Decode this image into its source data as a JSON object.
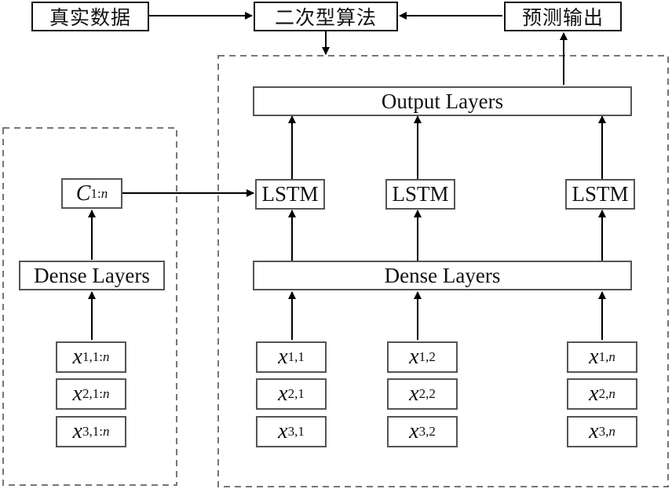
{
  "top": {
    "real_data": "真实数据",
    "quadratic_algorithm": "二次型算法",
    "predicted_output": "预测输出"
  },
  "left_panel": {
    "context_var": "C",
    "context_sub": "1:",
    "context_sub_n": "n",
    "dense_layers": "Dense Layers",
    "inputs": [
      {
        "var": "x",
        "sub": "1,1:",
        "sub_n": "n"
      },
      {
        "var": "x",
        "sub": "2,1:",
        "sub_n": "n"
      },
      {
        "var": "x",
        "sub": "3,1:",
        "sub_n": "n"
      }
    ]
  },
  "right_panel": {
    "output_layers": "Output Layers",
    "lstm": [
      "LSTM",
      "LSTM",
      "LSTM"
    ],
    "dense_layers": "Dense Layers",
    "columns": [
      [
        {
          "var": "x",
          "sub": "1,1",
          "sub_n": ""
        },
        {
          "var": "x",
          "sub": "2,1",
          "sub_n": ""
        },
        {
          "var": "x",
          "sub": "3,1",
          "sub_n": ""
        }
      ],
      [
        {
          "var": "x",
          "sub": "1,2",
          "sub_n": ""
        },
        {
          "var": "x",
          "sub": "2,2",
          "sub_n": ""
        },
        {
          "var": "x",
          "sub": "3,2",
          "sub_n": ""
        }
      ],
      [
        {
          "var": "x",
          "sub": "1,",
          "sub_n": "n"
        },
        {
          "var": "x",
          "sub": "2,",
          "sub_n": "n"
        },
        {
          "var": "x",
          "sub": "3,",
          "sub_n": "n"
        }
      ]
    ]
  }
}
